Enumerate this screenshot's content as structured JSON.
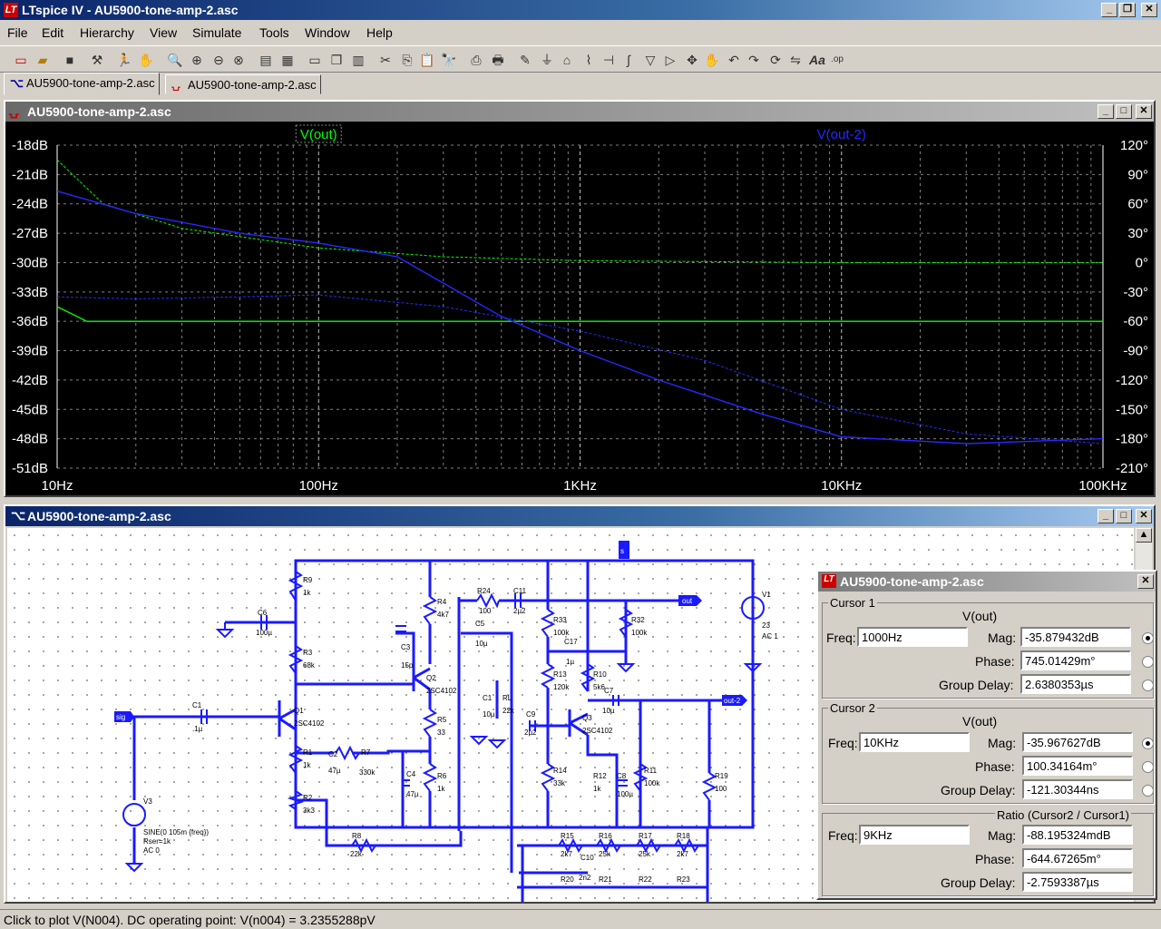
{
  "app": {
    "title": "LTspice IV - AU5900-tone-amp-2.asc",
    "icon": "ltspice-logo-icon"
  },
  "menu": [
    "File",
    "Edit",
    "Hierarchy",
    "View",
    "Simulate",
    "Tools",
    "Window",
    "Help"
  ],
  "tabs": [
    {
      "label": "AU5900-tone-amp-2.asc",
      "icon": "schematic-icon"
    },
    {
      "label": "AU5900-tone-amp-2.asc",
      "icon": "waveform-icon"
    }
  ],
  "plot": {
    "title": "AU5900-tone-amp-2.asc",
    "traces": [
      {
        "name": "V(out)",
        "color": "#00ff00"
      },
      {
        "name": "V(out-2)",
        "color": "#2828ff"
      }
    ],
    "y_left": [
      "-18dB",
      "-21dB",
      "-24dB",
      "-27dB",
      "-30dB",
      "-33dB",
      "-36dB",
      "-39dB",
      "-42dB",
      "-45dB",
      "-48dB",
      "-51dB"
    ],
    "y_right": [
      "120°",
      "90°",
      "60°",
      "30°",
      "0°",
      "-30°",
      "-60°",
      "-90°",
      "-120°",
      "-150°",
      "-180°",
      "-210°"
    ],
    "x": [
      "10Hz",
      "100Hz",
      "1KHz",
      "10KHz",
      "100KHz"
    ]
  },
  "chart_data": {
    "type": "line",
    "xlabel": "",
    "ylabel": "",
    "x_scale": "log",
    "xlim": [
      10,
      100000
    ],
    "ylim": [
      -51,
      -18
    ],
    "y2lim": [
      -210,
      120
    ],
    "series": [
      {
        "name": "V(out)",
        "kind": "magnitude",
        "x": [
          10,
          13,
          20,
          40,
          100,
          300,
          1000,
          10000,
          100000
        ],
        "y": [
          -34.5,
          -36,
          -36,
          -36,
          -36,
          -36,
          -36,
          -36,
          -36
        ]
      },
      {
        "name": "V(out)",
        "kind": "phase",
        "x": [
          10,
          15,
          30,
          100,
          300,
          1000,
          10000,
          100000
        ],
        "y": [
          105,
          60,
          35,
          15,
          6,
          2,
          0,
          0
        ]
      },
      {
        "name": "V(out-2)",
        "kind": "magnitude",
        "x": [
          10,
          20,
          50,
          100,
          200,
          500,
          1000,
          2000,
          5000,
          10000,
          30000,
          100000
        ],
        "y": [
          -22.7,
          -25,
          -27,
          -28,
          -29.4,
          -35.5,
          -39,
          -42,
          -45.5,
          -47.8,
          -48.5,
          -48
        ]
      },
      {
        "name": "V(out-2)",
        "kind": "phase",
        "x": [
          10,
          20,
          50,
          100,
          300,
          1000,
          3000,
          10000,
          30000,
          100000
        ],
        "y": [
          -35,
          -37,
          -35,
          -33,
          -45,
          -70,
          -100,
          -150,
          -175,
          -185
        ]
      }
    ]
  },
  "schematic": {
    "title": "AU5900-tone-amp-2.asc"
  },
  "cursor_panel": {
    "title": "AU5900-tone-amp-2.asc",
    "cursor1": {
      "legend": "Cursor 1",
      "trace": "V(out)",
      "freq_label": "Freq:",
      "freq": "1000Hz",
      "mag_label": "Mag:",
      "mag": "-35.879432dB",
      "phase_label": "Phase:",
      "phase": "745.01429m°",
      "gd_label": "Group Delay:",
      "gd": "2.6380353µs"
    },
    "cursor2": {
      "legend": "Cursor 2",
      "trace": "V(out)",
      "freq_label": "Freq:",
      "freq": "10KHz",
      "mag_label": "Mag:",
      "mag": "-35.967627dB",
      "phase_label": "Phase:",
      "phase": "100.34164m°",
      "gd_label": "Group Delay:",
      "gd": "-121.30344ns"
    },
    "ratio": {
      "legend": "Ratio (Cursor2 / Cursor1)",
      "freq_label": "Freq:",
      "freq": "9KHz",
      "mag_label": "Mag:",
      "mag": "-88.195324mdB",
      "phase_label": "Phase:",
      "phase": "-644.67265m°",
      "gd_label": "Group Delay:",
      "gd": "-2.7593387µs"
    }
  },
  "status": {
    "text": "Click to plot V(N004).  DC operating point: V(n004) = 3.2355288pV"
  }
}
